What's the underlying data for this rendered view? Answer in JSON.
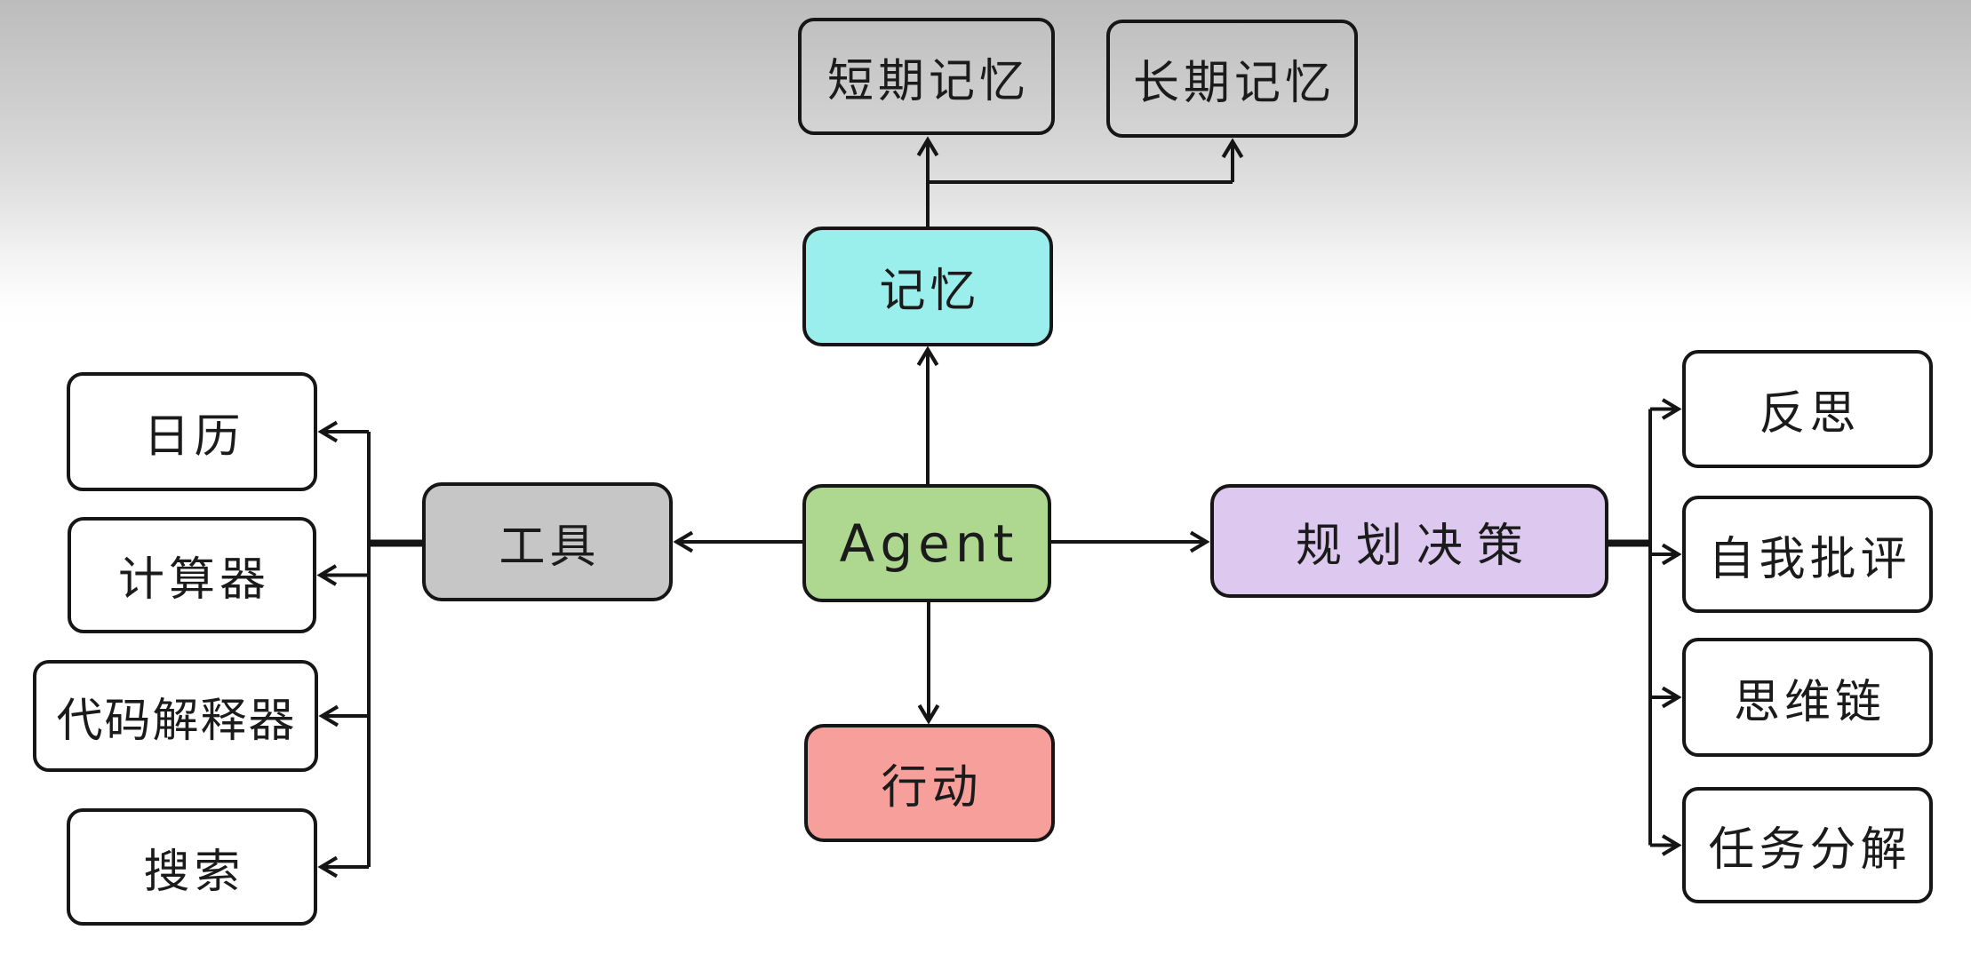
{
  "nodes": {
    "agent": {
      "label": "Agent"
    },
    "memory": {
      "label": "记忆"
    },
    "action": {
      "label": "行动"
    },
    "tools": {
      "label": "工具"
    },
    "planning": {
      "label": "规划决策"
    },
    "short_term_memory": {
      "label": "短期记忆"
    },
    "long_term_memory": {
      "label": "长期记忆"
    },
    "calendar": {
      "label": "日历"
    },
    "calculator": {
      "label": "计算器"
    },
    "code_interpreter": {
      "label": "代码解释器"
    },
    "search": {
      "label": "搜索"
    },
    "reflection": {
      "label": "反思"
    },
    "self_critique": {
      "label": "自我批评"
    },
    "chain_of_thought": {
      "label": "思维链"
    },
    "task_decomposition": {
      "label": "任务分解"
    }
  },
  "edges": [
    {
      "from": "agent",
      "to": "memory",
      "arrow": true
    },
    {
      "from": "memory",
      "to": "short_term_memory",
      "arrow": true
    },
    {
      "from": "memory",
      "to": "long_term_memory",
      "arrow": true
    },
    {
      "from": "agent",
      "to": "action",
      "arrow": true
    },
    {
      "from": "agent",
      "to": "tools",
      "arrow": true
    },
    {
      "from": "tools",
      "to": "calendar",
      "arrow": true
    },
    {
      "from": "tools",
      "to": "calculator",
      "arrow": true
    },
    {
      "from": "tools",
      "to": "code_interpreter",
      "arrow": true
    },
    {
      "from": "tools",
      "to": "search",
      "arrow": true
    },
    {
      "from": "agent",
      "to": "planning",
      "arrow": true
    },
    {
      "from": "planning",
      "to": "reflection",
      "arrow": true
    },
    {
      "from": "planning",
      "to": "self_critique",
      "arrow": true
    },
    {
      "from": "planning",
      "to": "chain_of_thought",
      "arrow": true
    },
    {
      "from": "planning",
      "to": "task_decomposition",
      "arrow": true
    }
  ],
  "colors": {
    "memory_fill": "#9aeeec",
    "agent_fill": "#aed890",
    "action_fill": "#f69f9b",
    "planning_fill": "#ddc8f0",
    "tools_fill": "#c6c6c6",
    "plain_fill": "#ffffff",
    "line_stroke": "#151515"
  }
}
